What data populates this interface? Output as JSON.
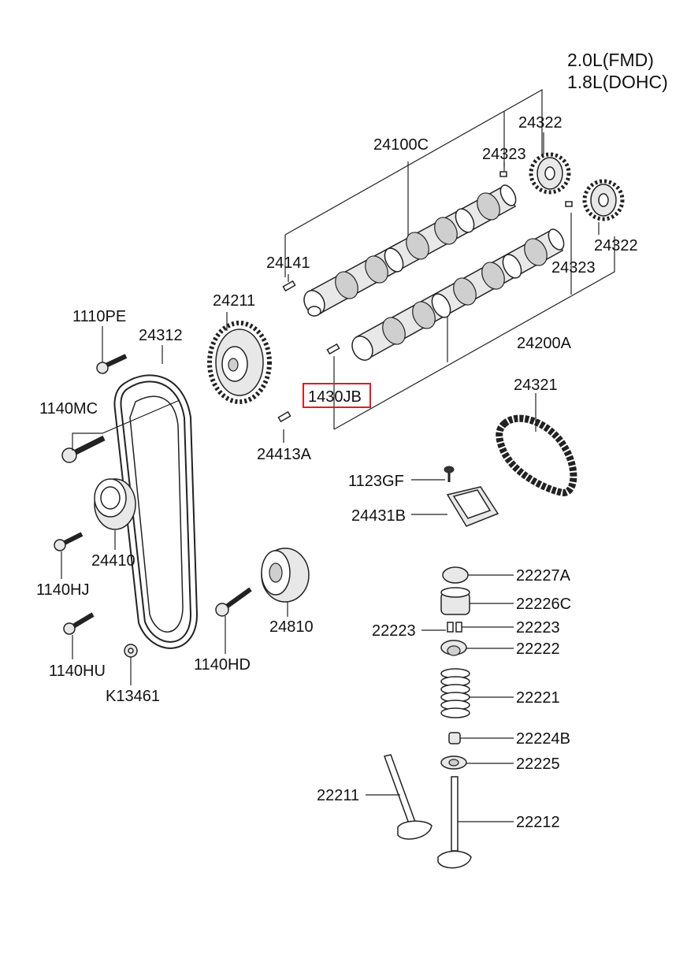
{
  "header": {
    "engine_line1": "2.0L(FMD)",
    "engine_line2": "1.8L(DOHC)"
  },
  "highlight": {
    "color": "#e21b23",
    "part": "1430JB"
  },
  "labels": {
    "p24100C": "24100C",
    "p24323a": "24323",
    "p24322a": "24322",
    "p24141": "24141",
    "p24211": "24211",
    "p1110PE": "1110PE",
    "p24312": "24312",
    "p24322b": "24322",
    "p24323b": "24323",
    "p24200A": "24200A",
    "p1430JB": "1430JB",
    "p1140MC": "1140MC",
    "p24321": "24321",
    "p24413A": "24413A",
    "p1123GF": "1123GF",
    "p24431B": "24431B",
    "p24410": "24410",
    "p1140HJ": "1140HJ",
    "p22227A": "22227A",
    "p22226C": "22226C",
    "p24810": "24810",
    "p22223a": "22223",
    "p22223b": "22223",
    "p22222": "22222",
    "p1140HU": "1140HU",
    "p1140HD": "1140HD",
    "p22221": "22221",
    "p K13461": "K13461",
    "pK13461": "K13461",
    "p22224B": "22224B",
    "p22225": "22225",
    "p22211": "22211",
    "p22212": "22212"
  }
}
